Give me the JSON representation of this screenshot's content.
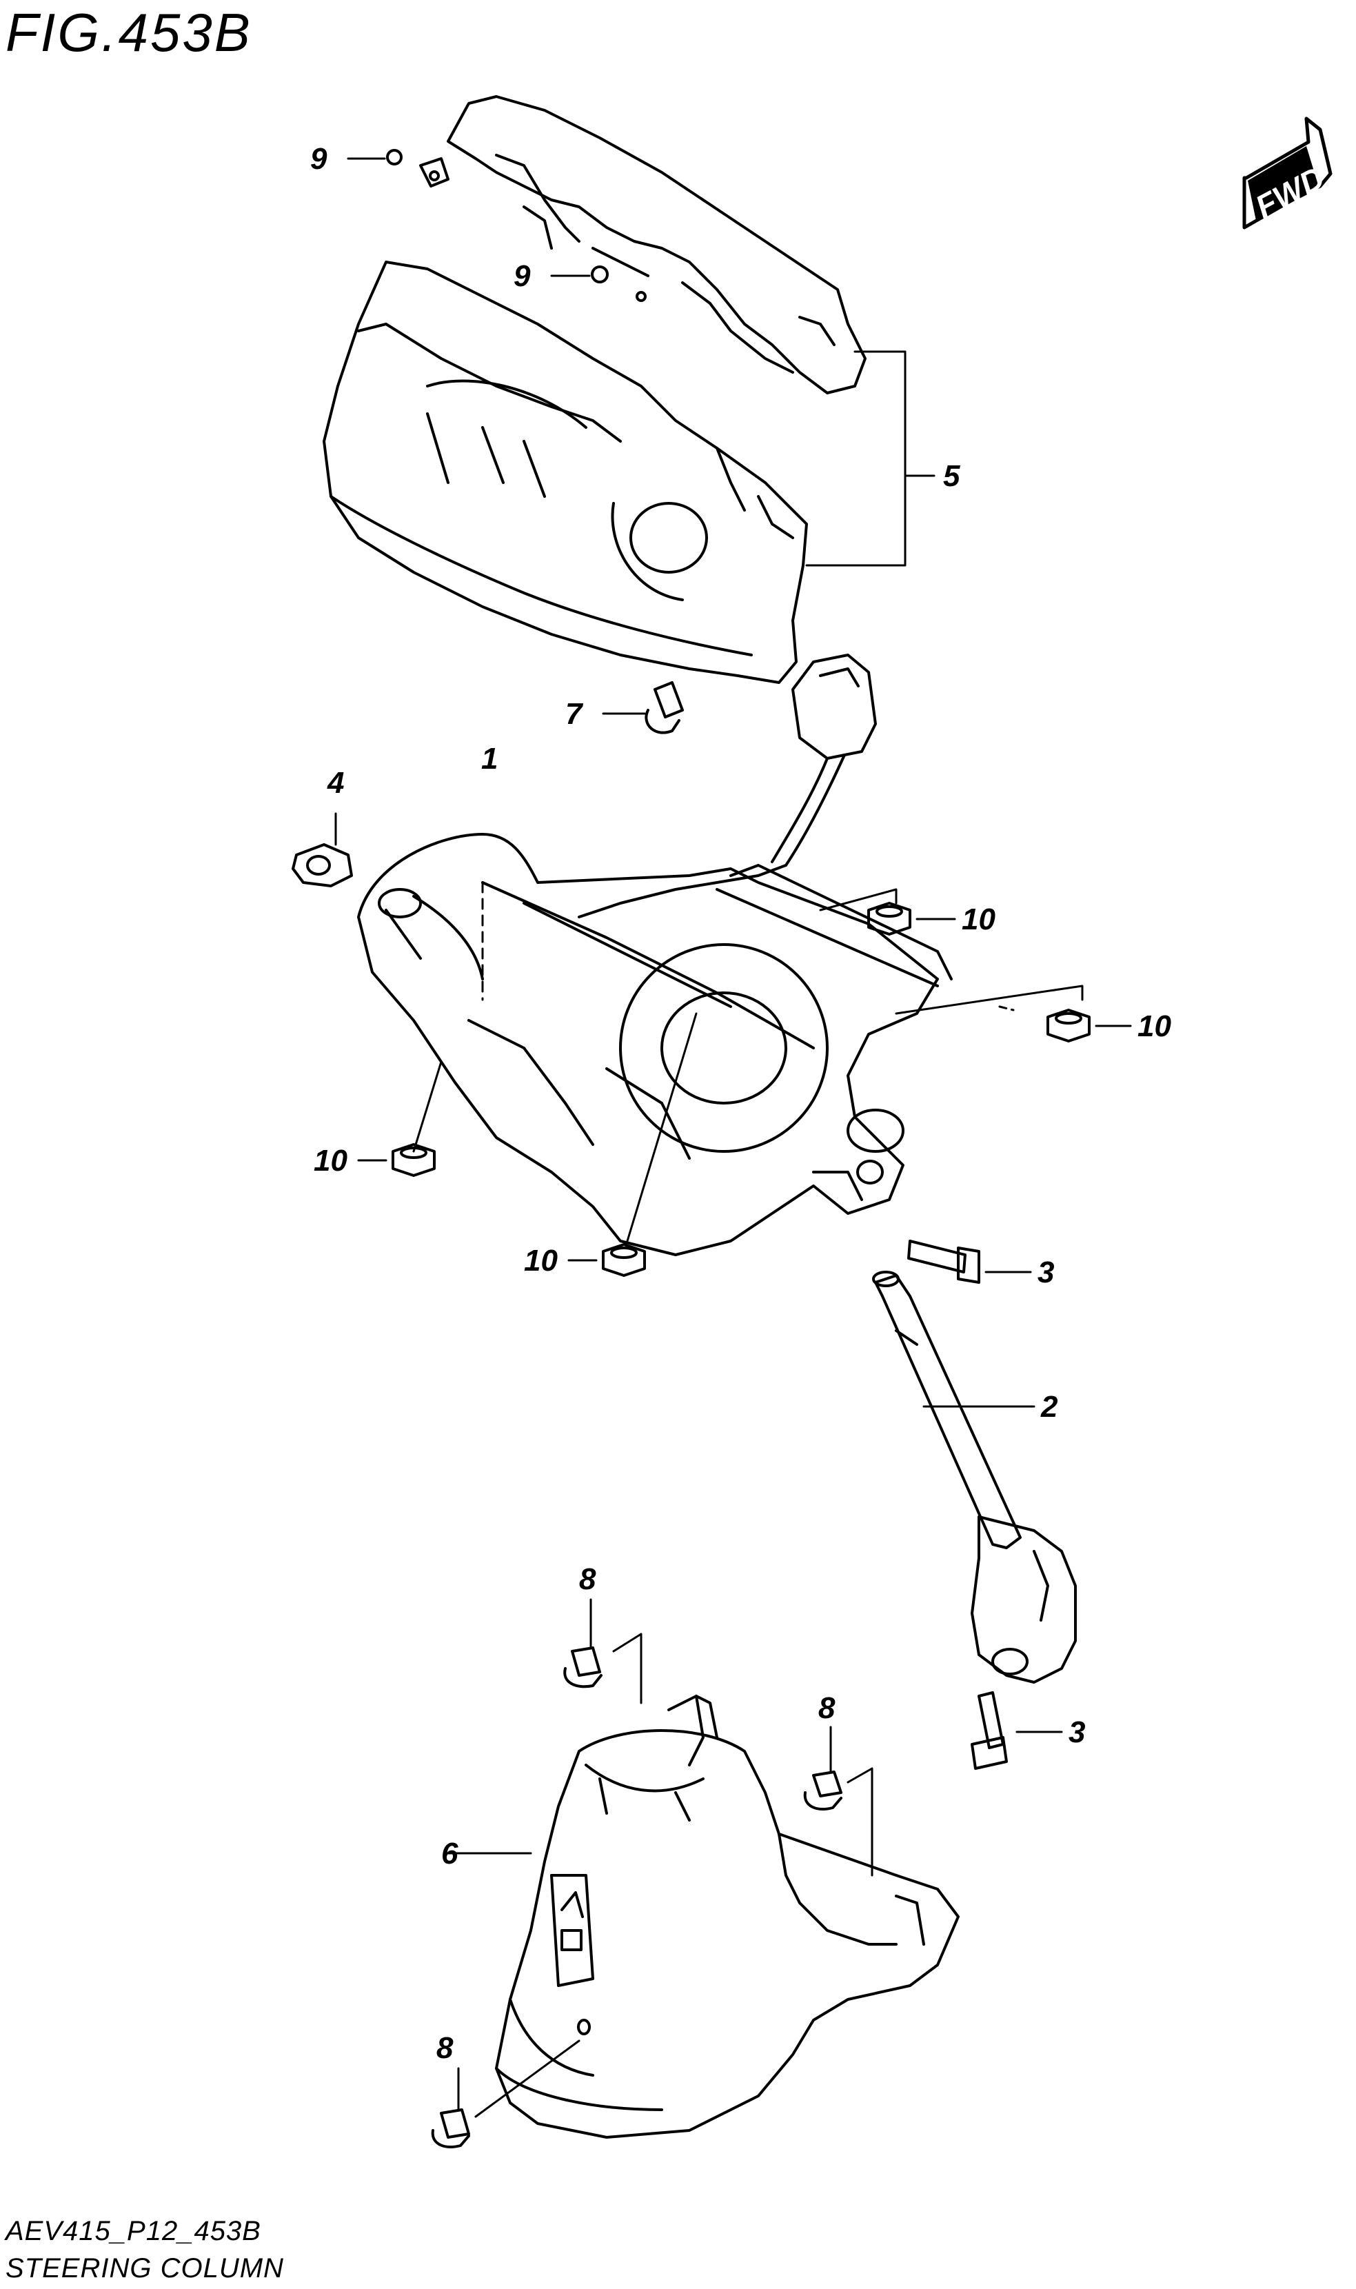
{
  "figure_title": "FIG.453B",
  "fwd_label": "FWD",
  "footer": {
    "code": "AEV415_P12_453B",
    "name": "STEERING COLUMN"
  },
  "callouts": [
    {
      "id": "c9a",
      "label": "9"
    },
    {
      "id": "c9b",
      "label": "9"
    },
    {
      "id": "c5",
      "label": "5"
    },
    {
      "id": "c7",
      "label": "7"
    },
    {
      "id": "c4",
      "label": "4"
    },
    {
      "id": "c1",
      "label": "1"
    },
    {
      "id": "c10a",
      "label": "10"
    },
    {
      "id": "c10b",
      "label": "10"
    },
    {
      "id": "c10c",
      "label": "10"
    },
    {
      "id": "c10d",
      "label": "10"
    },
    {
      "id": "c3a",
      "label": "3"
    },
    {
      "id": "c2",
      "label": "2"
    },
    {
      "id": "c8a",
      "label": "8"
    },
    {
      "id": "c3b",
      "label": "3"
    },
    {
      "id": "c8b",
      "label": "8"
    },
    {
      "id": "c6",
      "label": "6"
    },
    {
      "id": "c8c",
      "label": "8"
    }
  ]
}
